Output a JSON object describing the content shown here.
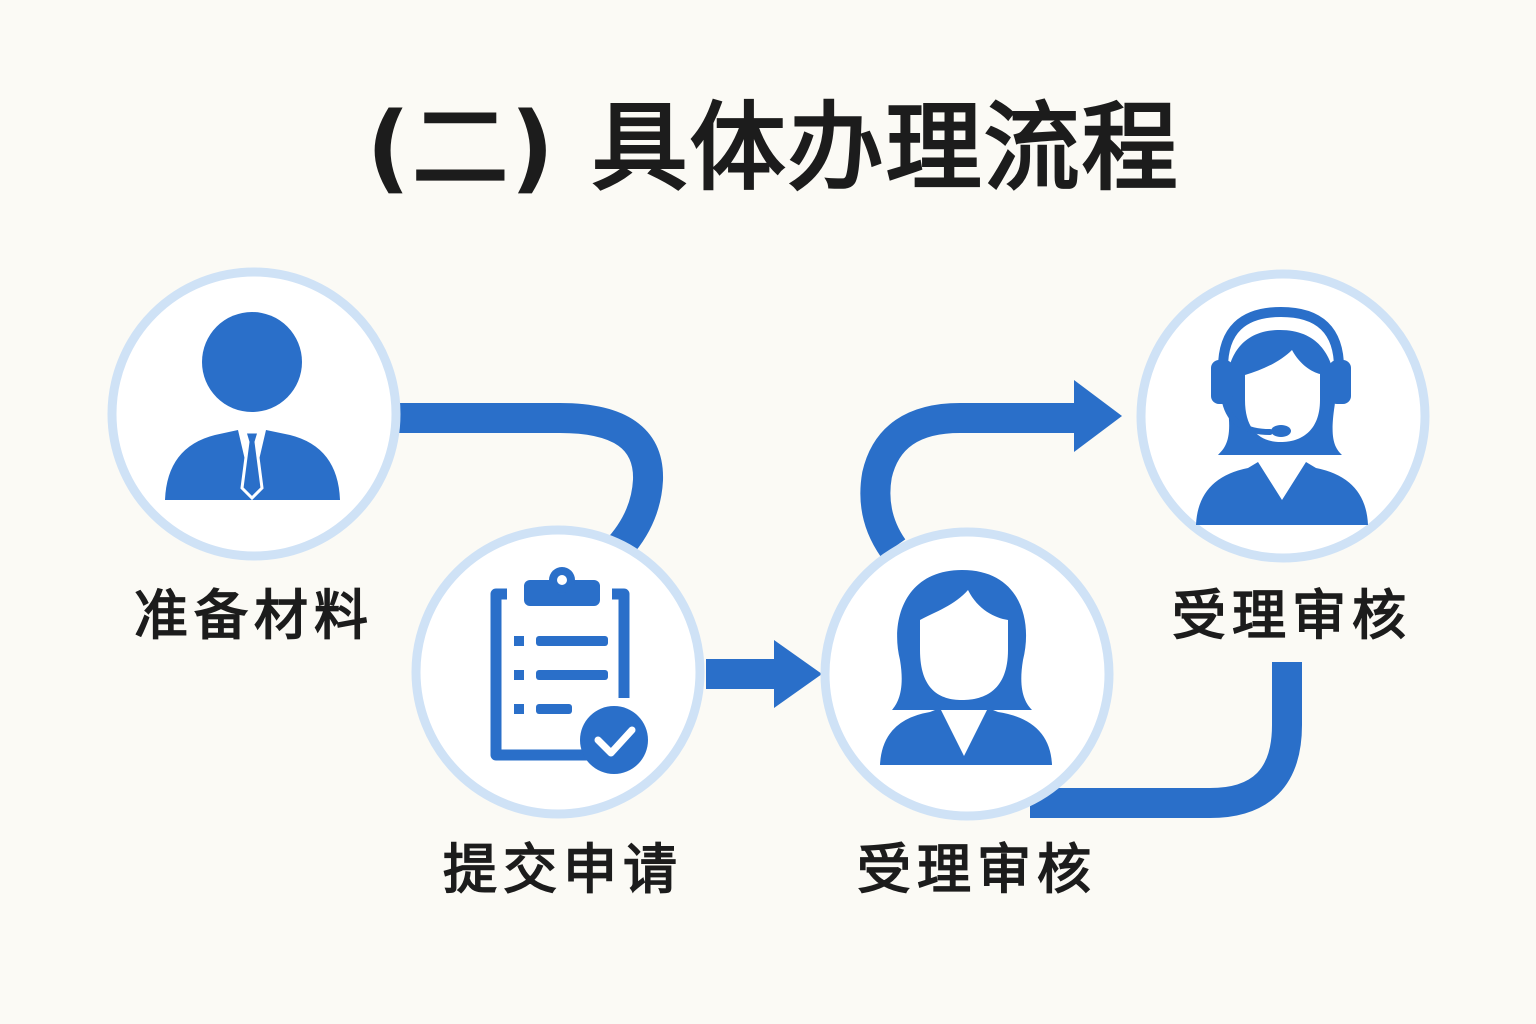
{
  "title": "(二) 具体办理流程",
  "colors": {
    "accent": "#2a6fc9",
    "ring": "#cfe2f6",
    "circle_fill": "#ffffff",
    "background": "#fbfaf5",
    "text": "#1c1c1c"
  },
  "steps": [
    {
      "label": "准备材料",
      "icon": "businessman-icon"
    },
    {
      "label": "提交申请",
      "icon": "clipboard-check-icon"
    },
    {
      "label": "受理审核",
      "icon": "woman-icon"
    },
    {
      "label": "受理审核",
      "icon": "headset-agent-icon"
    }
  ]
}
